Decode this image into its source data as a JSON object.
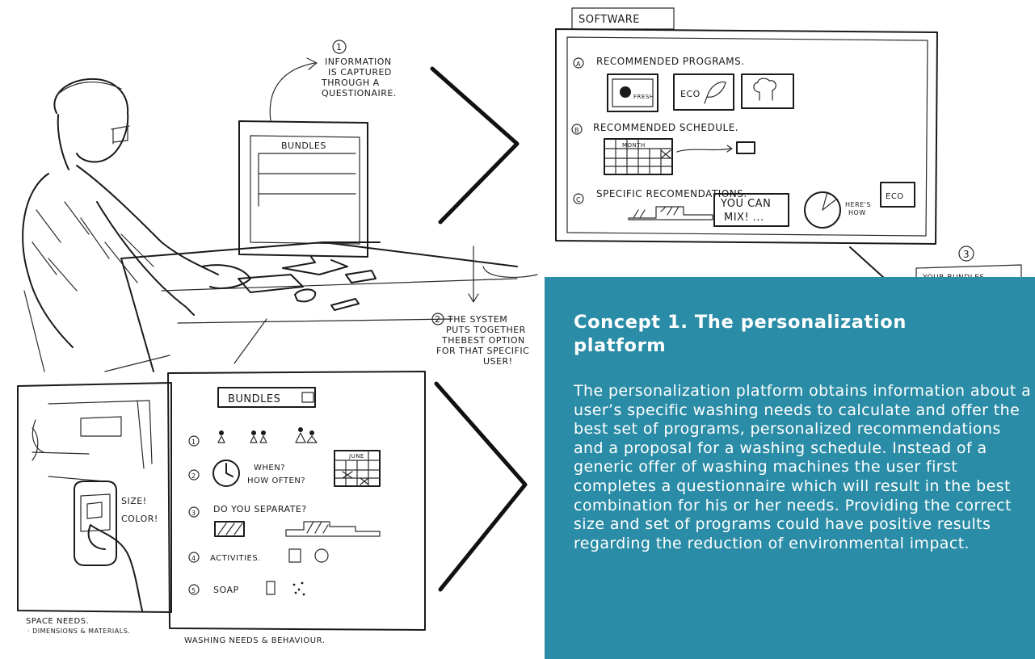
{
  "panel": {
    "title": "Concept 1. The personalization platform",
    "body": "The personalization platform obtains information about a user’s specific washing needs to calculate and offer the best set of programs, personalized recommendations and a proposal for a washing schedule. Instead of a generic offer of washing machines the user first completes a questionnaire which will result in the best combination for his or her needs. Providing the correct size and set of programs could have positive results regarding the reduction of environmental impact."
  },
  "sketch": {
    "step1": {
      "number": "1",
      "lines": [
        "INFORMATION",
        "IS CAPTURED",
        "THROUGH A",
        "QUESTIONAIRE."
      ]
    },
    "monitor_label": "BUNDLES",
    "step2": {
      "number": "2",
      "lines": [
        "THE SYSTEM",
        "PUTS TOGETHER",
        "THEBEST OPTION",
        "FOR THAT SPECIFIC",
        "USER!"
      ]
    },
    "step3": {
      "number": "3",
      "label": "YOUR BUNDLES"
    },
    "software": {
      "tab": "SOFTWARE",
      "a_label": "RECOMMENDED PROGRAMS.",
      "a_marker": "A",
      "prog_fresh": "FRESH",
      "prog_eco": "ECO",
      "b_label": "RECOMMENDED SCHEDULE.",
      "b_marker": "B",
      "month": "MONTH",
      "c_label": "SPECIFIC RECOMENDATIONS.",
      "c_marker": "C",
      "bubble": [
        "YOU CAN",
        "MIX! ..."
      ],
      "heres_how": [
        "HERE'S",
        "HOW"
      ],
      "eco_badge": "ECO"
    },
    "phone_notes": [
      "SIZE!",
      "COLOR!"
    ],
    "space_caption": [
      "SPACE NEEDS.",
      "· DIMENSIONS & MATERIALS."
    ],
    "bundles": {
      "header": "BUNDLES",
      "q1": "1",
      "q2": "2",
      "q2_text": [
        "WHEN?",
        "HOW OFTEN?"
      ],
      "june": "JUNE",
      "q3": "3",
      "q3_text": "DO YOU SEPARATE?",
      "q4": "4",
      "q4_text": "ACTIVITIES.",
      "q5": "5",
      "q5_text": "SOAP"
    },
    "washing_caption": "WASHING NEEDS & BEHAVIOUR."
  }
}
